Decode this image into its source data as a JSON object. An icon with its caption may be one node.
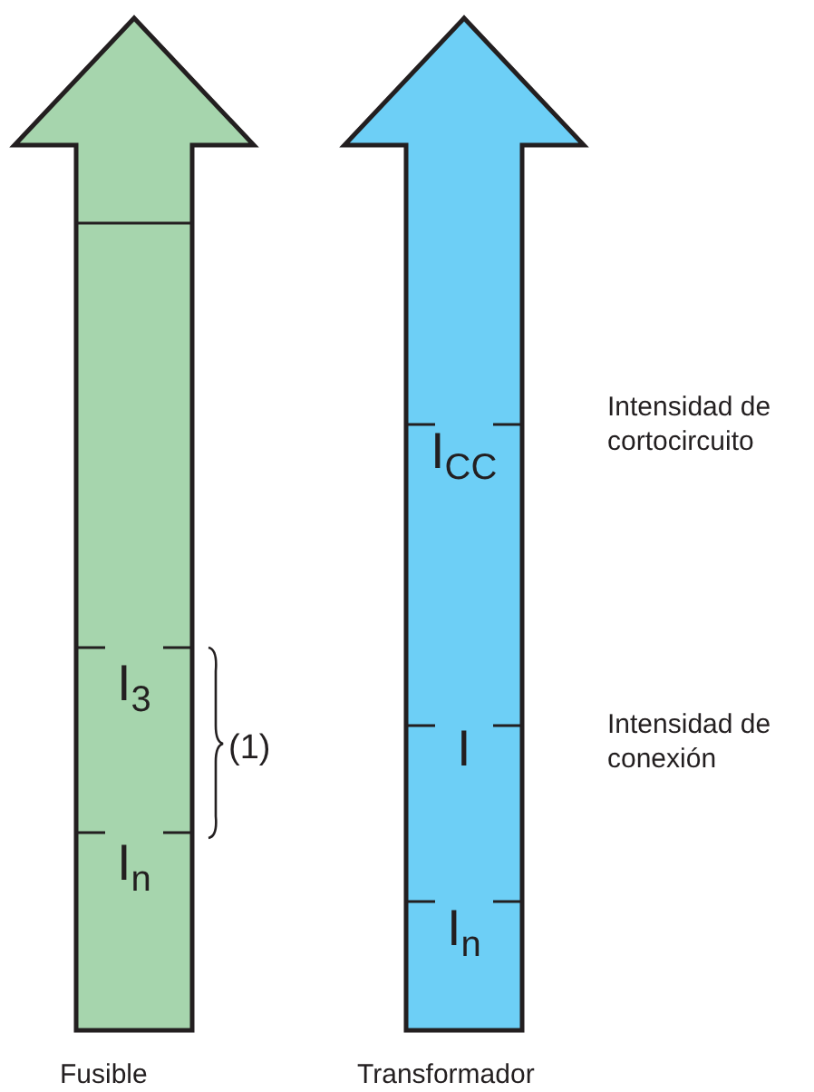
{
  "diagram": {
    "nodes": [
      {
        "text": [
          "Fusible"
        ]
      },
      {
        "text": [
          "Transformador"
        ]
      }
    ],
    "edges": [],
    "labels": [
      "I$_{CC}$",
      "Intensidad de cortocircuito",
      "I$_{3}$",
      "(1)",
      "I",
      "Intensidad de conexión",
      "I$_{n}$",
      "I$_{n}$"
    ]
  }
}
